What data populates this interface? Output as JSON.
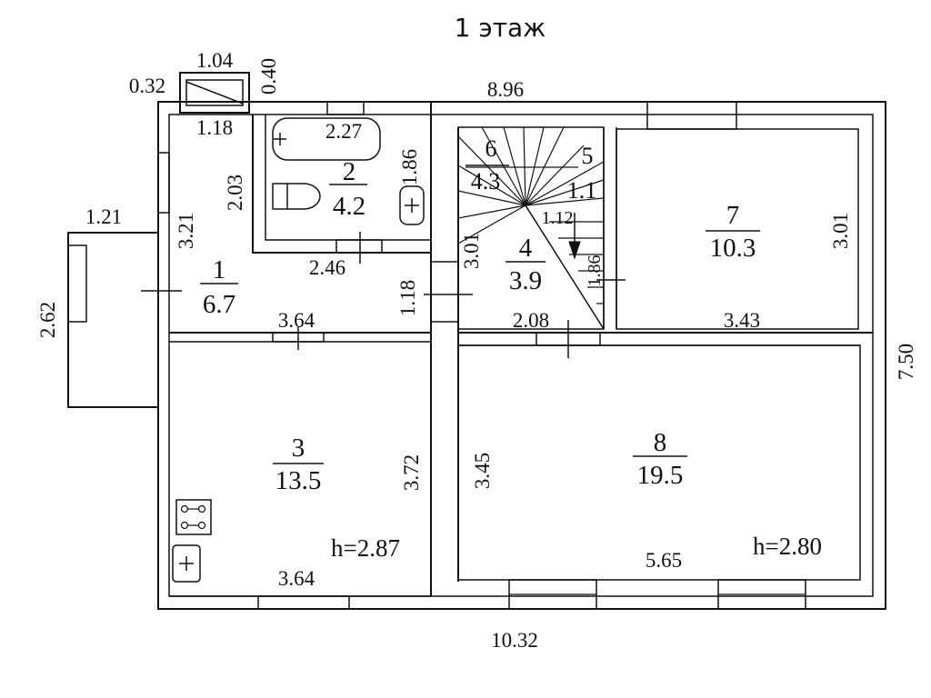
{
  "title": "1 этаж",
  "rooms": [
    {
      "number": "1",
      "area": "6.7"
    },
    {
      "number": "2",
      "area": "4.2"
    },
    {
      "number": "3",
      "area": "13.5"
    },
    {
      "number": "4",
      "area": "3.9"
    },
    {
      "number": "5",
      "area": "1.1"
    },
    {
      "number": "6",
      "area": "4.3"
    },
    {
      "number": "7",
      "area": "10.3"
    },
    {
      "number": "8",
      "area": "19.5"
    }
  ],
  "heights": {
    "left": "h=2.87",
    "right": "h=2.80"
  },
  "dimensions": {
    "porch_window_width": "1.04",
    "porch_window_depth": "0.40",
    "porch_left_offset": "0.32",
    "top_total": "8.96",
    "hall_top": "1.18",
    "bath_width": "2.27",
    "bath_depth": "1.86",
    "hall_wall": "2.03",
    "hall_depth": "3.21",
    "porch_width": "1.21",
    "porch_length": "2.62",
    "bath_bottom": "2.46",
    "hall_width": "3.64",
    "stair_depth": "3.01",
    "corridor_width": "1.18",
    "stair_inner": "1.12",
    "stair_right": "1.86",
    "stair_bottom": "2.08",
    "room7_depth": "3.01",
    "room7_width": "3.43",
    "right_total": "7.50",
    "kitchen_depth": "3.72",
    "room8_depth": "3.45",
    "kitchen_width": "3.64",
    "room8_width": "5.65",
    "bottom_total": "10.32"
  }
}
